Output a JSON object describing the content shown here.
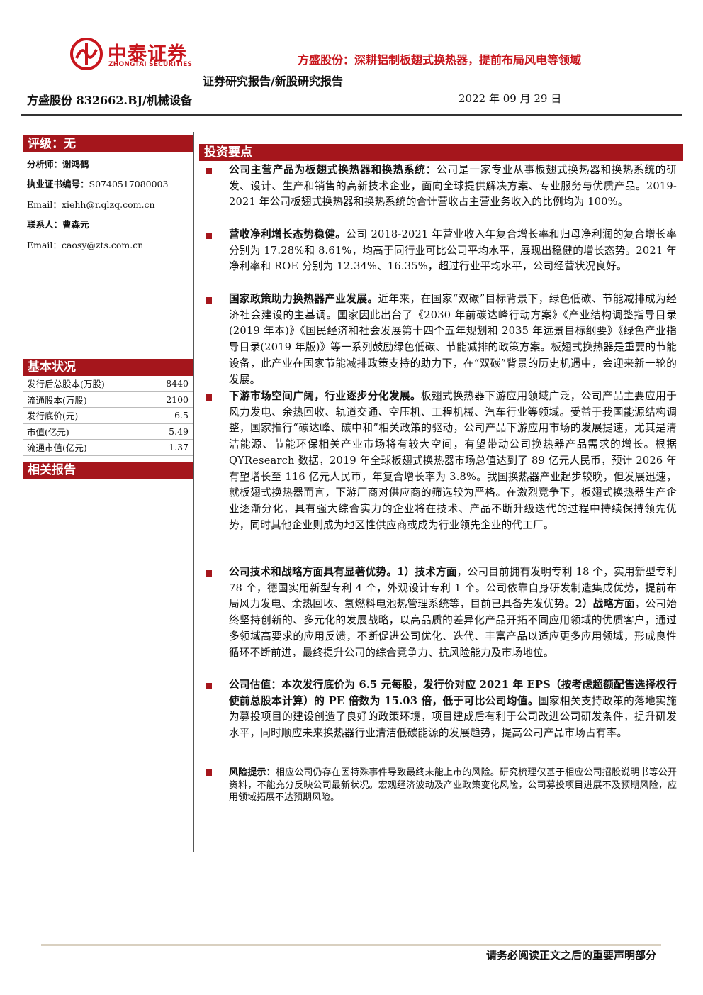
{
  "header": {
    "logo_cn": "中泰证券",
    "logo_en": "ZHONGTAI SECURITIES",
    "report_title": "方盛股份：深耕铝制板翅式换热器，提前布局风电等领域",
    "report_type": "证券研究报告/新股研究报告",
    "stock_line": "方盛股份 832662.BJ/机械设备",
    "date": "2022 年 09 月 29 日",
    "brand_color": "#a5161c"
  },
  "left": {
    "rating_label": "评级：无",
    "analyst_label": "分析师：",
    "analyst": "谢鸿鹤",
    "cert_label": "执业证书编号：",
    "cert": "S0740517080003",
    "email1_label": "Email：",
    "email1": "xiehh@r.qlzq.com.cn",
    "contact_label": "联系人：",
    "contact": "曹森元",
    "email2_label": "Email：",
    "email2": "caosy@zts.com.cn",
    "basic_title": "基本状况",
    "basic_rows": [
      {
        "label": "发行后总股本(万股)",
        "value": "8440"
      },
      {
        "label": "流通股本(万股)",
        "value": "2100"
      },
      {
        "label": "发行底价(元)",
        "value": "6.5"
      },
      {
        "label": "市值(亿元)",
        "value": "5.49"
      },
      {
        "label": "流通市值(亿元)",
        "value": "1.37"
      }
    ],
    "related_title": "相关报告"
  },
  "main": {
    "section_title": "投资要点",
    "points": [
      {
        "bold": "公司主营产品为板翅式换热器和换热系统：",
        "text": "公司是一家专业从事板翅式换热器和换热系统的研发、设计、生产和销售的高新技术企业，面向全球提供解决方案、专业服务与优质产品。2019-2021 年公司板翅式换热器和换热系统的合计营收占主营业务收入的比例均为 100%。"
      },
      {
        "bold": "营收净利增长态势稳健。",
        "text": "公司 2018-2021 年营业收入年复合增长率和归母净利润的复合增长率分别为 17.28%和 8.61%，均高于同行业可比公司平均水平，展现出稳健的增长态势。2021 年净利率和 ROE 分别为 12.34%、16.35%，超过行业平均水平，公司经营状况良好。"
      },
      {
        "bold": "国家政策助力换热器产业发展。",
        "text": "近年来，在国家“双碳”目标背景下，绿色低碳、节能减排成为经济社会建设的主基调。国家因此出台了《2030 年前碳达峰行动方案》《产业结构调整指导目录(2019 年本)》《国民经济和社会发展第十四个五年规划和 2035 年远景目标纲要》《绿色产业指导目录(2019 年版)》等一系列鼓励绿色低碳、节能减排的政策方案。板翅式换热器是重要的节能设备，此产业在国家节能减排政策支持的助力下，在“双碳”背景的历史机遇中，会迎来新一轮的发展。"
      },
      {
        "bold": "下游市场空间广阔，行业逐步分化发展。",
        "text": "板翅式换热器下游应用领域广泛，公司产品主要应用于风力发电、余热回收、轨道交通、空压机、工程机械、汽车行业等领域。受益于我国能源结构调整，国家推行“碳达峰、碳中和”相关政策的驱动，公司产品下游应用市场的发展提速，尤其是清洁能源、节能环保相关产业市场将有较大空间，有望带动公司换热器产品需求的增长。根据 QYResearch 数据，2019 年全球板翅式换热器市场总值达到了 89 亿元人民币，预计 2026 年有望增长至 116 亿元人民币，年复合增长率为 3.8%。我国换热器产业起步较晚，但发展迅速，就板翅式换热器而言，下游厂商对供应商的筛选较为严格。在激烈竞争下，板翅式换热器生产企业逐渐分化，具有强大综合实力的企业将在技术、产品不断升级迭代的过程中持续保持领先优势，同时其他企业则成为地区性供应商或成为行业领先企业的代工厂。"
      },
      {
        "bold": "公司技术和战略方面具有显著优势。1）技术方面",
        "text": "，公司目前拥有发明专利 18 个，实用新型专利 78 个，德国实用新型专利 4 个，外观设计专利 1 个。公司依靠自身研发制造集成优势，提前布局风力发电、余热回收、氢燃料电池热管理系统等，目前已具备先发优势。",
        "bold2": "2）战略方面",
        "text2": "，公司始终坚持创新的、多元化的发展战略，以高品质的差异化产品开拓不同应用领域的优质客户，通过多领域高要求的应用反馈，不断促进公司优化、迭代、丰富产品以适应更多应用领域，形成良性循环不断前进，最终提升公司的综合竞争力、抗风险能力及市场地位。"
      },
      {
        "bold": "公司估值：本次发行底价为 6.5 元每股，发行价对应 2021 年 EPS（按考虑超额配售选择权行使前总股本计算）的 PE 倍数为 15.03 倍，低于可比公司均值。",
        "text": "国家相关支持政策的落地实施为募投项目的建设创造了良好的政策环境，项目建成后有利于公司改进公司研发条件，提升研发水平，同时顺应未来换热器行业清洁低碳能源的发展趋势，提高公司产品市场占有率。"
      },
      {
        "bold": "风险提示：",
        "text": "相应公司仍存在因特殊事件导致最终未能上市的风险。研究梳理仅基于相应公司招股说明书等公开资料，不能充分反映公司最新状况。宏观经济波动及产业政策变化风险，公司募投项目进展不及预期风险，应用领域拓展不达预期风险。"
      }
    ]
  },
  "footer": {
    "notice": "请务必阅读正文之后的重要声明部分"
  }
}
